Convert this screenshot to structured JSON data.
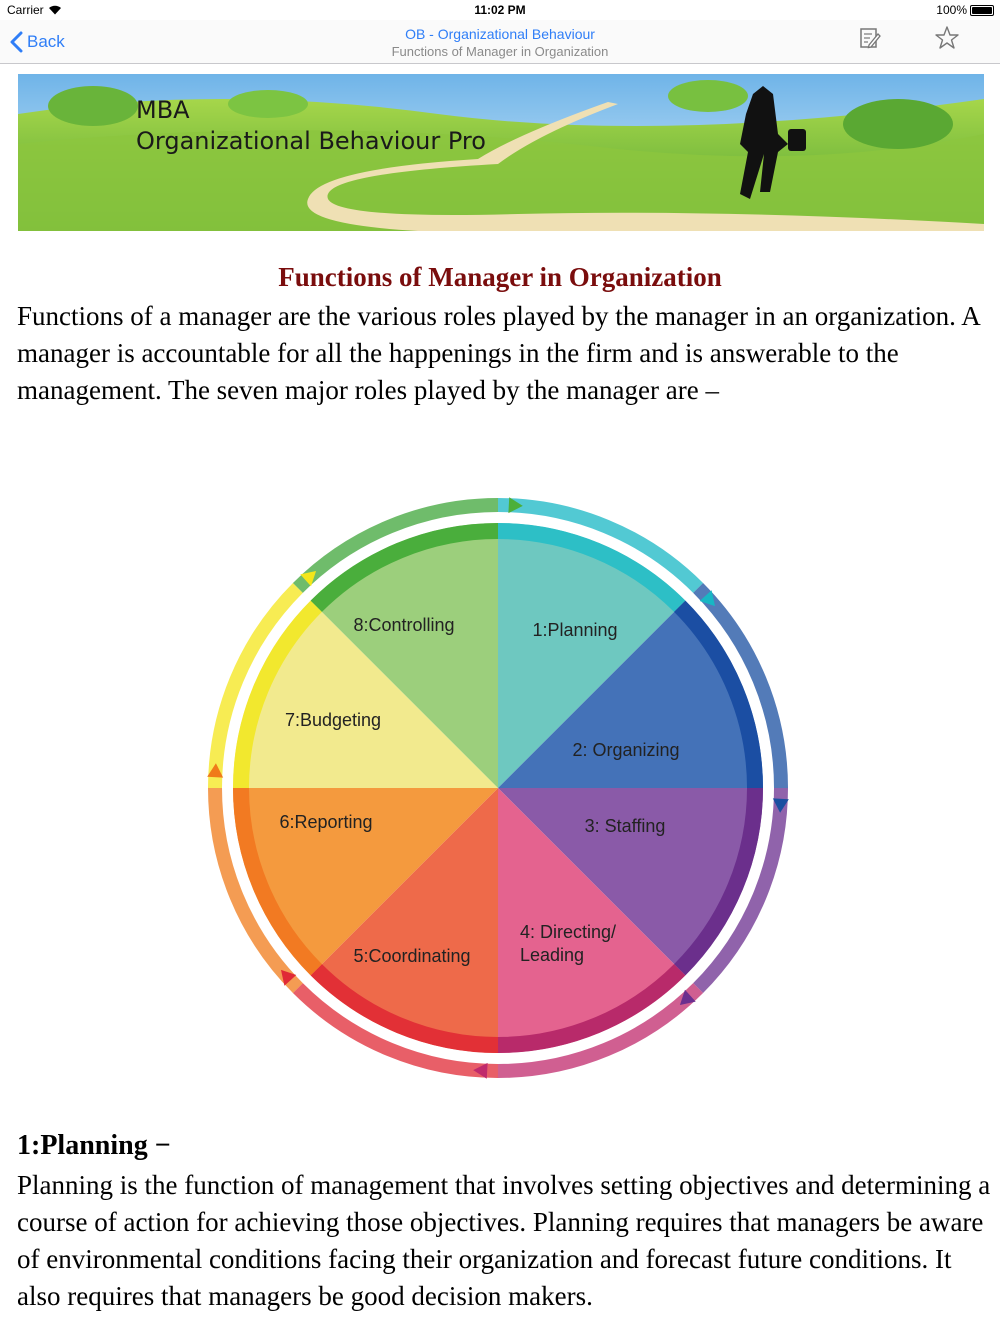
{
  "status_bar": {
    "carrier": "Carrier",
    "time": "11:02 PM",
    "battery": "100%"
  },
  "nav": {
    "back_label": "Back",
    "title": "OB - Organizational Behaviour",
    "subtitle": "Functions of Manager in Organization",
    "icons": [
      "edit-note-icon",
      "star-icon",
      "chevron-left-icon",
      "wifi-icon",
      "battery-icon"
    ]
  },
  "banner": {
    "line1": "MBA",
    "line2": "Organizational Behaviour Pro"
  },
  "article": {
    "title": "Functions of Manager in Organization",
    "intro": "Functions of a manager are the various roles played by the manager in an organization. A manager is accountable for all the happenings in the firm and is answerable to the management. The seven major roles played by the manager are –"
  },
  "diagram": {
    "segments": [
      {
        "label": "1:Planning",
        "color": "#6ec8c0"
      },
      {
        "label": "2: Organizing",
        "color": "#4472b8"
      },
      {
        "label": "3: Staffing",
        "color": "#8a5aa8"
      },
      {
        "label": "4: Directing/ Leading",
        "color": "#e4638f"
      },
      {
        "label": "5:Coordinating",
        "color": "#ee6a4a"
      },
      {
        "label": "6:Reporting",
        "color": "#f49a3e"
      },
      {
        "label": "7:Budgeting",
        "color": "#f2ea8e"
      },
      {
        "label": "8:Controlling",
        "color": "#9ccf7c"
      }
    ]
  },
  "section": {
    "heading": "1:Planning −",
    "body": "Planning is the function of management that involves setting objectives and determining a course of action for achieving those objectives. Planning requires that managers be aware of environmental conditions facing their organization and forecast future conditions. It also requires that managers be good decision makers."
  },
  "colors": {
    "accent": "#2f7ef7",
    "title": "#7a0d0d"
  }
}
